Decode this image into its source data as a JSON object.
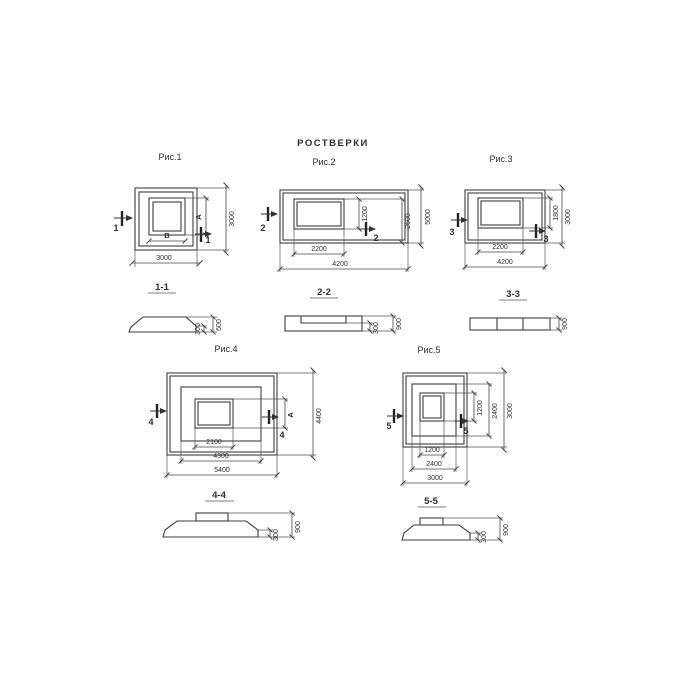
{
  "title": "РОСТВЕРКИ",
  "figures": {
    "fig1": {
      "label": "Рис.1",
      "cut": "1",
      "plan": {
        "inner_h": "А",
        "outer_h": "3000",
        "inner_w": "В",
        "outer_w": "3000"
      },
      "section": {
        "label": "1-1",
        "step_h": "300",
        "total_h": "600"
      }
    },
    "fig2": {
      "label": "Рис.2",
      "cut": "2",
      "plan": {
        "inner_h": "1200",
        "mid_h": "2600",
        "outer_h": "5000",
        "inner_w": "2200",
        "outer_w": "4200"
      },
      "section": {
        "label": "2-2",
        "total_h": "900",
        "step_h": "300"
      }
    },
    "fig3": {
      "label": "Рис.3",
      "cut": "3",
      "plan": {
        "inner_h": "1800",
        "outer_h": "3000",
        "inner_w": "2200",
        "outer_w": "4200"
      },
      "section": {
        "label": "3-3",
        "total_h": "900"
      }
    },
    "fig4": {
      "label": "Рис.4",
      "cut": "4",
      "plan": {
        "inner_h": "А",
        "outer_h": "4400",
        "inner_w": "2100",
        "mid_w": "4300",
        "outer_w": "5400"
      },
      "section": {
        "label": "4-4",
        "total_h": "900",
        "step_h": "300"
      }
    },
    "fig5": {
      "label": "Рис.5",
      "cut": "5",
      "plan": {
        "inner_h": "1200",
        "mid_h": "2400",
        "outer_h": "3000",
        "inner_w": "1200",
        "mid_w": "2400",
        "outer_w": "3000"
      },
      "section": {
        "label": "5-5",
        "total_h": "900",
        "step_h": "300"
      }
    }
  },
  "colors": {
    "ink": "#3e3e3e",
    "paper": "#ffffff"
  }
}
